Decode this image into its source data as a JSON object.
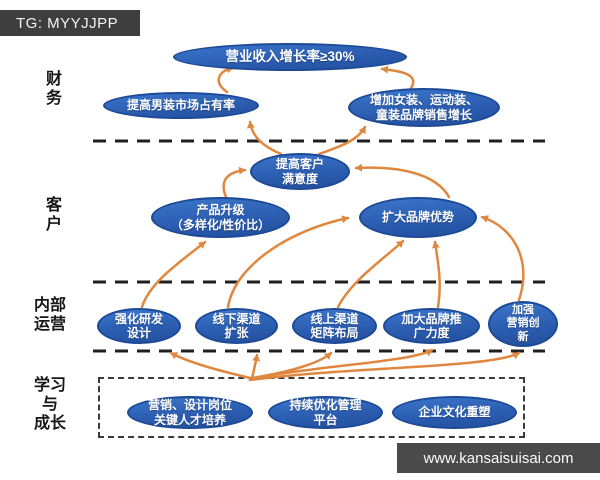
{
  "watermarks": {
    "top_tag": "TG: MYYJJPP",
    "bottom_site": "www.kansaisuisai.com"
  },
  "perspectives": [
    {
      "id": "finance",
      "label": "财\n务"
    },
    {
      "id": "customer",
      "label": "客\n户"
    },
    {
      "id": "internal",
      "label": "内部\n运营"
    },
    {
      "id": "learning",
      "label": "学习\n与\n成长"
    }
  ],
  "nodes": [
    {
      "id": "revenue-growth",
      "text": "营业收入增长率≥30%"
    },
    {
      "id": "mens-market-share",
      "text": "提高男装市场占有率"
    },
    {
      "id": "womens-sports-kids",
      "text": "增加女装、运动装、\n童装品牌销售增长"
    },
    {
      "id": "customer-satisfaction",
      "text": "提高客户\n满意度"
    },
    {
      "id": "product-upgrade",
      "text": "产品升级\n（多样化/性价比）"
    },
    {
      "id": "brand-advantage",
      "text": "扩大品牌优势"
    },
    {
      "id": "rd-design",
      "text": "强化研发\n设计"
    },
    {
      "id": "offline-channel",
      "text": "线下渠道\n扩张"
    },
    {
      "id": "online-channel-matrix",
      "text": "线上渠道\n矩阵布局"
    },
    {
      "id": "brand-promotion",
      "text": "加大品牌推\n广力度"
    },
    {
      "id": "marketing-innovation",
      "text": "加强\n营销创\n新"
    },
    {
      "id": "talent-cultivation",
      "text": "营销、设计岗位\n关键人才培养"
    },
    {
      "id": "management-platform",
      "text": "持续优化管理\n平台"
    },
    {
      "id": "culture-reshaping",
      "text": "企业文化重塑"
    }
  ],
  "colors": {
    "node_fill": "#2e63b5",
    "node_border": "#1d4a96",
    "arrow": "#e0873f",
    "divider": "#1f1f1f",
    "bar_background": "#424242"
  }
}
